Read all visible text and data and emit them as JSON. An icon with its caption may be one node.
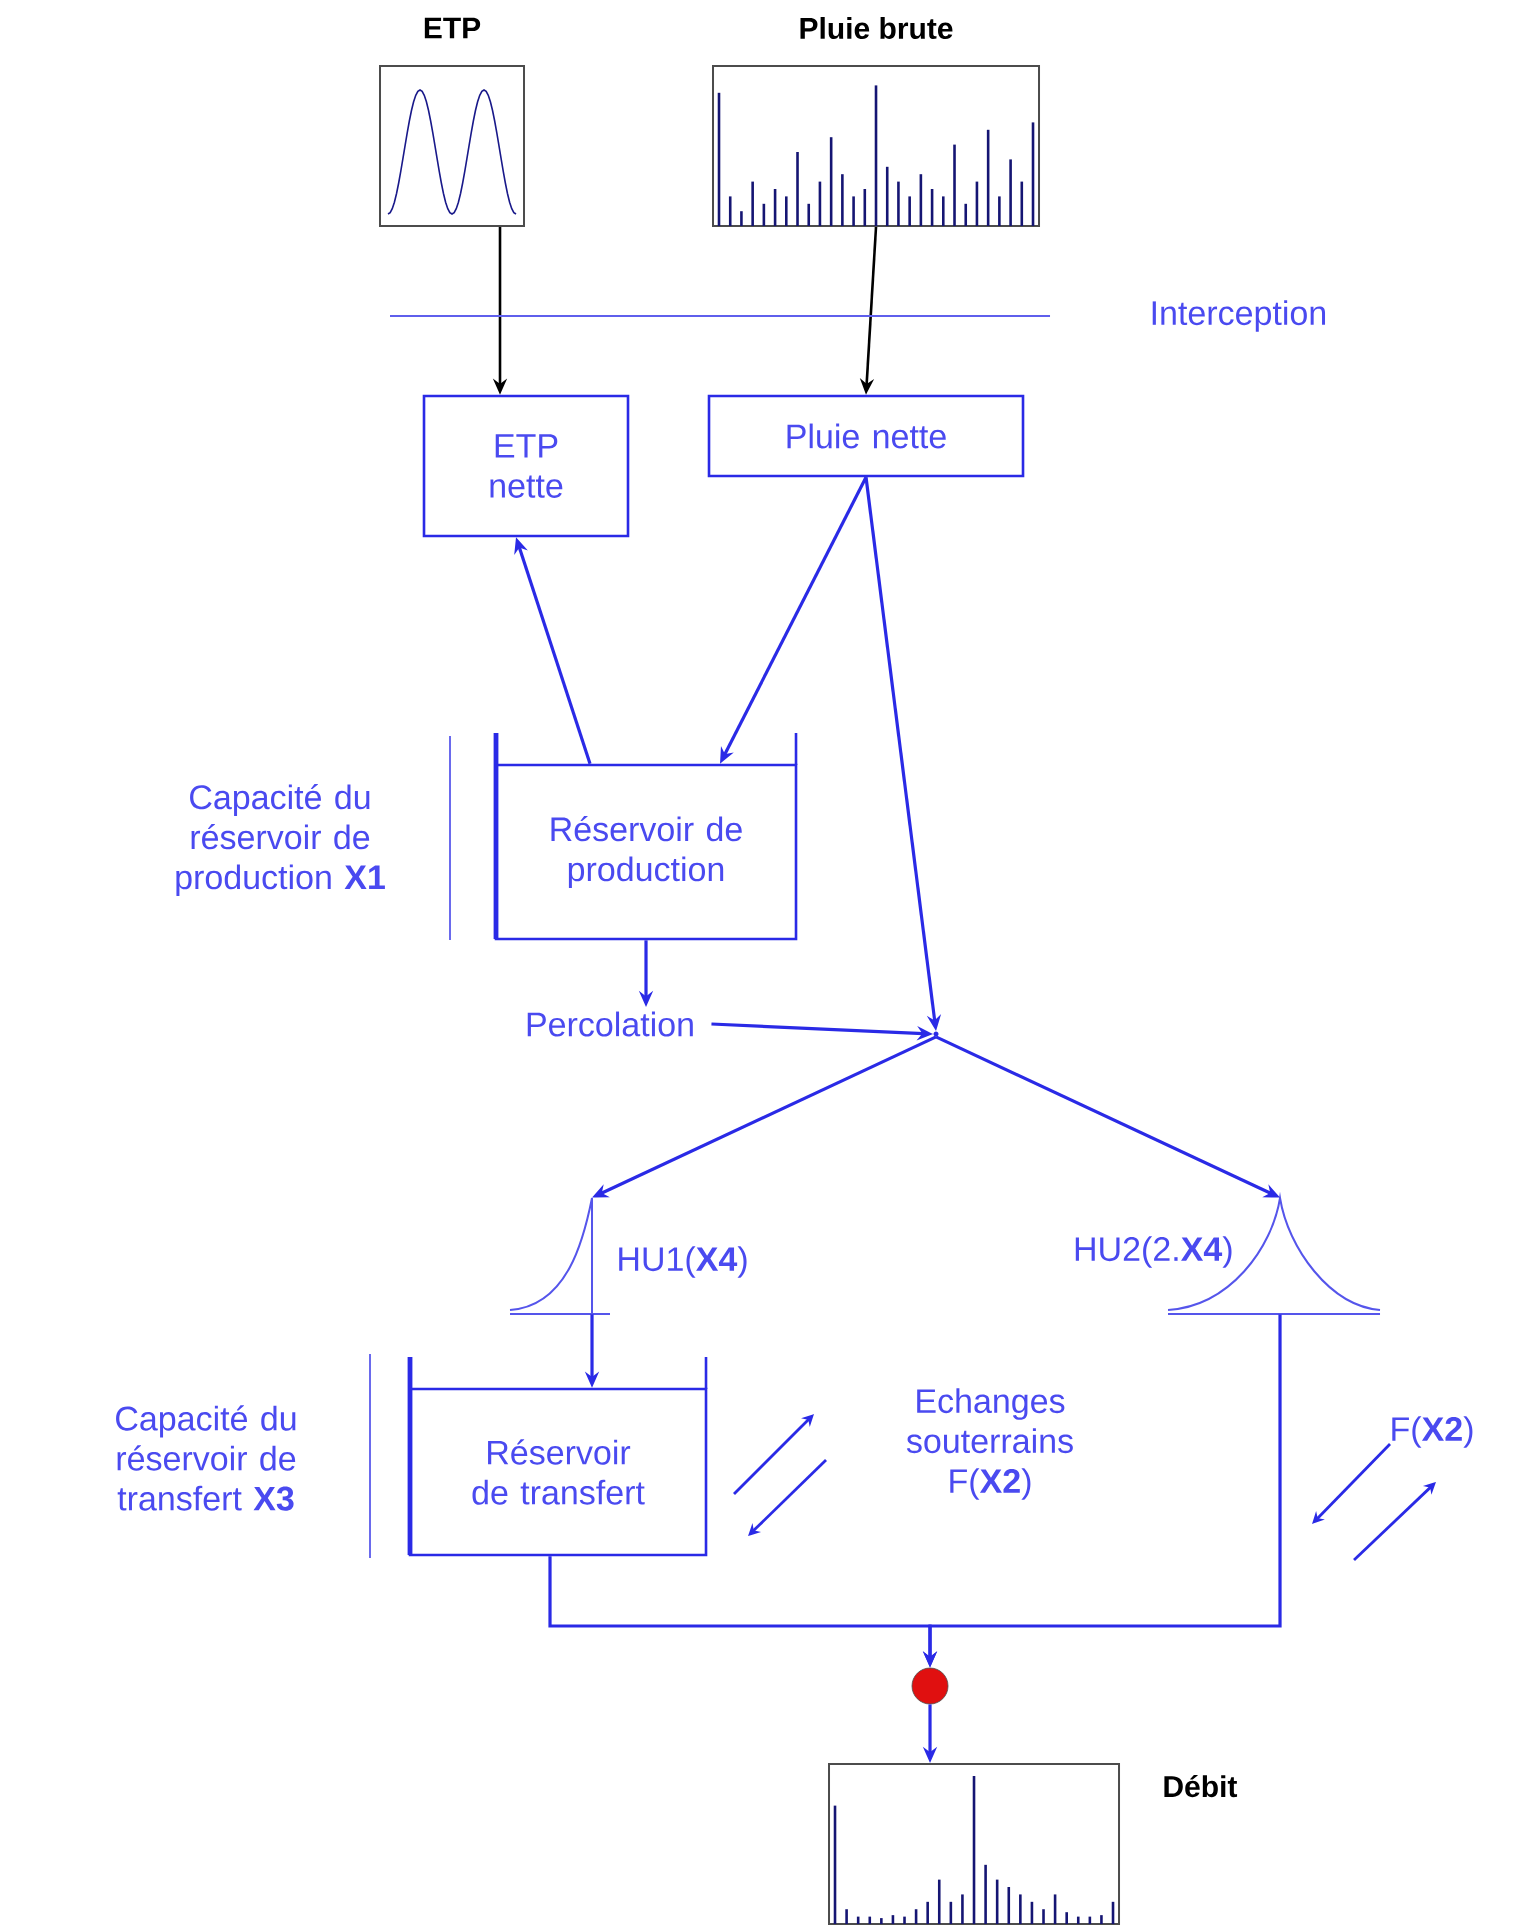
{
  "diagram": {
    "nodes": [
      {
        "text": [
          "ETP"
        ]
      },
      {
        "text": [
          "Pluie brute"
        ]
      },
      {
        "text": [
          "ETP nette"
        ]
      },
      {
        "text": [
          "Pluie nette"
        ]
      },
      {
        "text": [
          "Réservoir de production"
        ],
        "beside": [
          "Capacité du réservoir de production **X1**"
        ]
      },
      {
        "text": [
          "Percolation"
        ]
      },
      {
        "text": [],
        "shape": "point"
      },
      {
        "text": [
          "HU1(**X4**)"
        ]
      },
      {
        "text": [
          "HU2(2.**X4**)"
        ]
      },
      {
        "text": [
          "Réservoir de transfert"
        ],
        "beside": [
          "Capacité du réservoir de transfert **X3**"
        ]
      },
      {
        "text": [],
        "shape": "circle"
      },
      {
        "text": [
          "Débit"
        ]
      }
    ],
    "edges": [
      {
        "from": 0,
        "to": 2,
        "arrow": "to",
        "color": "#000000"
      },
      {
        "from": 1,
        "to": 3,
        "arrow": "to",
        "color": "#000000"
      },
      {
        "from": 4,
        "to": 2,
        "arrow": "to"
      },
      {
        "from": 3,
        "to": 4,
        "arrow": "to"
      },
      {
        "from": 3,
        "to": 6,
        "arrow": "to"
      },
      {
        "from": 4,
        "to": 5,
        "arrow": "to"
      },
      {
        "from": 5,
        "to": 6,
        "arrow": "to"
      },
      {
        "from": 6,
        "to": 7,
        "arrow": "to"
      },
      {
        "from": 6,
        "to": 8,
        "arrow": "to"
      },
      {
        "from": 7,
        "to": 9,
        "arrow": "to"
      },
      {
        "from": 9,
        "to": 10,
        "arrow": "to"
      },
      {
        "from": 8,
        "to": 10,
        "arrow": "to"
      },
      {
        "from": 10,
        "to": 11,
        "arrow": "to"
      }
    ],
    "labels": [
      "Interception",
      "Echanges souterrains F(**X2**)",
      "F(**X2**)"
    ]
  }
}
